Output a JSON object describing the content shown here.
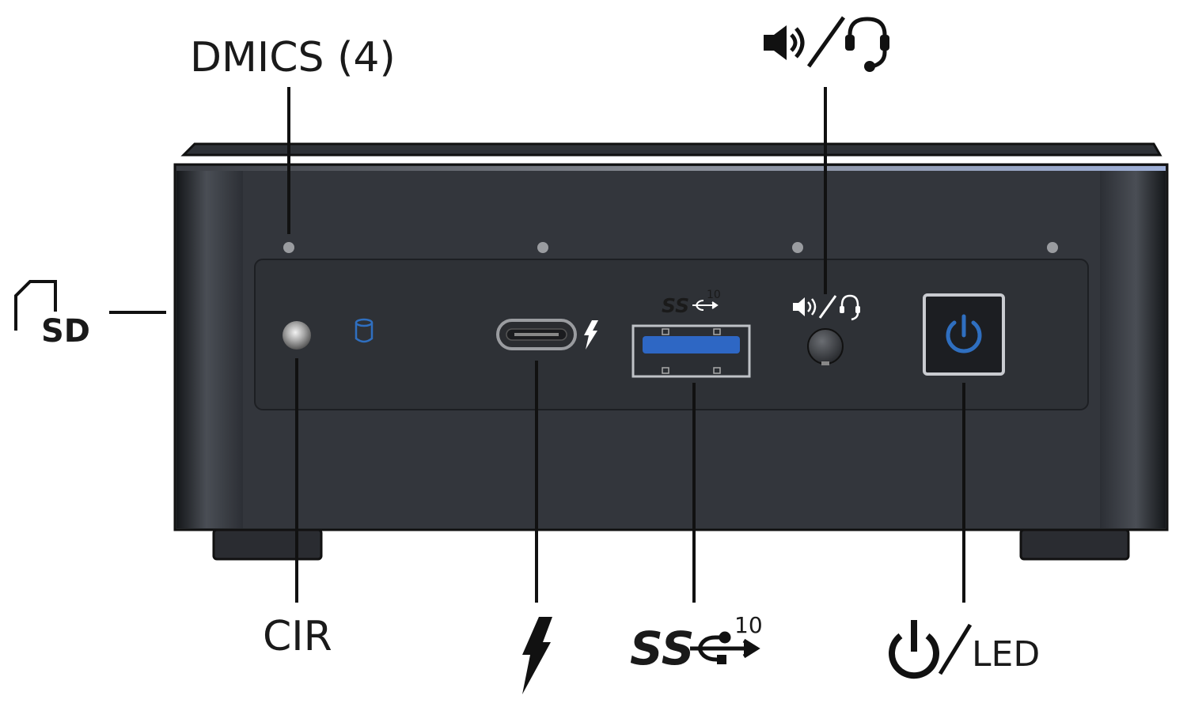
{
  "labels": {
    "dmics": "DMICS (4)",
    "cir": "CIR",
    "usb_ss": "SS",
    "usb_speed": "10",
    "led": "LED"
  },
  "icons": {
    "sd": "sd-card-icon",
    "speaker": "speaker-icon",
    "headset": "headset-icon",
    "thunderbolt": "thunderbolt-icon",
    "usb": "usb-trident-icon",
    "power": "power-icon",
    "hdd_led": "drive-activity-icon"
  },
  "colors": {
    "chassis": "#33363c",
    "accent_blue": "#2f6fc0",
    "usb_port_blue": "#2e67c4"
  },
  "ports": [
    {
      "id": "microphone-hole",
      "count": 4
    },
    {
      "id": "cir-sensor"
    },
    {
      "id": "usb-c-thunderbolt"
    },
    {
      "id": "usb-a-superspeed-10"
    },
    {
      "id": "audio-jack"
    },
    {
      "id": "power-button"
    }
  ]
}
